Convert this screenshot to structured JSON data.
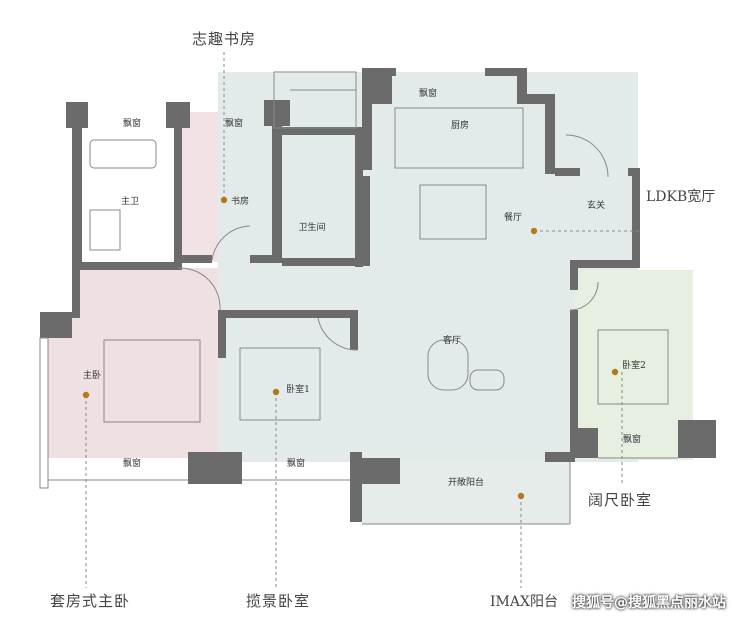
{
  "colors": {
    "wall": "#6b6b6b",
    "pink_zone": "#efe1e1",
    "study_zone": "#f2e2e5",
    "living_zone": "#e3ebea",
    "bedroom2_zone": "#e6efe0",
    "balcony_zone": "#e5ecea",
    "dot": "#b07a1f",
    "leader": "#888888"
  },
  "rooms": {
    "bay_window_top1": "飘窗",
    "bay_window_top2": "飘窗",
    "bay_window_kitchen": "飘窗",
    "kitchen": "厨房",
    "master_bath": "主卫",
    "study": "书房",
    "bathroom": "卫生间",
    "dining": "餐厅",
    "entrance": "玄关",
    "master_bedroom": "主卧",
    "bedroom1": "卧室1",
    "living": "客厅",
    "bedroom2": "卧室2",
    "bay_window_master": "飘窗",
    "bay_window_bed1": "飘窗",
    "bay_window_bed2": "飘窗",
    "open_balcony": "开敞阳台"
  },
  "callouts": {
    "study": "志趣书房",
    "ldkb": "LDKB宽厅",
    "wide_bedroom": "阔尺卧室",
    "suite_master": "套房式主卧",
    "view_bedroom": "揽景卧室",
    "imax_balcony": "IMAX阳台"
  },
  "watermark": "搜狐号@搜狐黑点丽水站"
}
